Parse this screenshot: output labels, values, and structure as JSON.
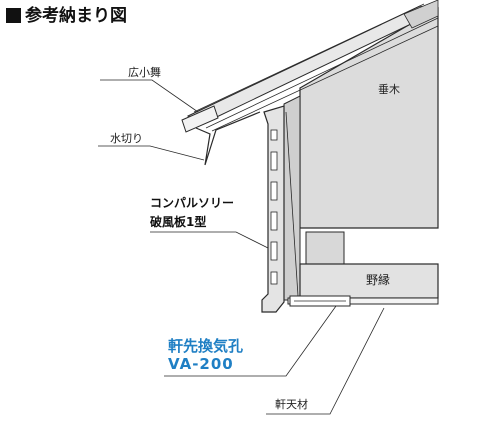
{
  "title": "参考納まり図",
  "labels": {
    "kouko": "広小舞",
    "mizukiri": "水切り",
    "konpa_line1": "コンパルソリー",
    "konpa_line2": "破風板1型",
    "taruki": "垂木",
    "noburi": "野縁",
    "vent_line1": "軒先換気孔",
    "vent_line2": "VA-200",
    "nokiten": "軒天材"
  },
  "colors": {
    "wood": "#dcdcdc",
    "wood_dark": "#c9c9c9",
    "panel": "#e6e6e6",
    "line": "#2a2a2a",
    "accent": "#1f7fc4"
  }
}
